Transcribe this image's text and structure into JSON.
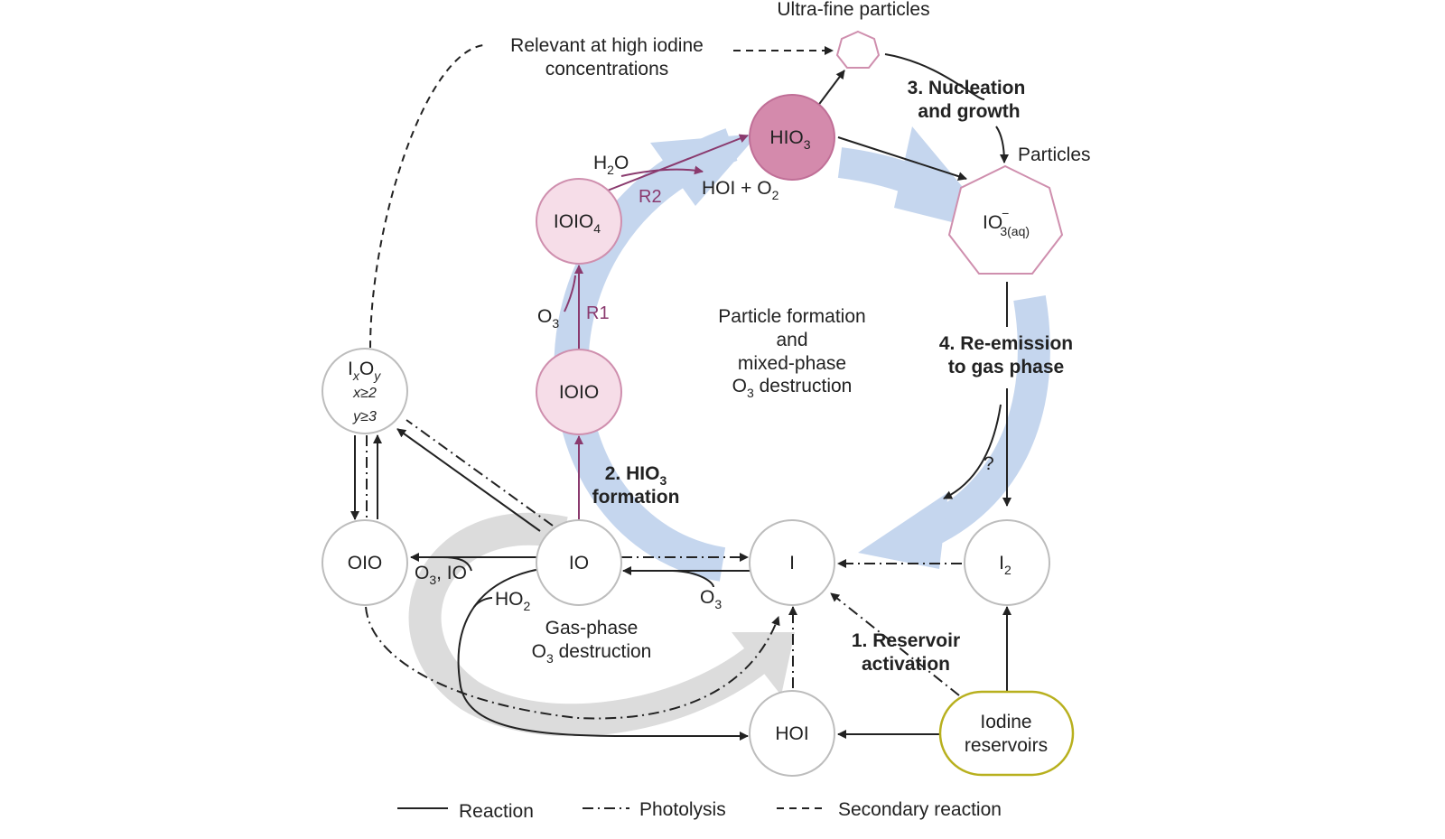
{
  "nodes": {
    "ixoy": {
      "main": "I",
      "sub_x": "x",
      "o": "O",
      "sub_y": "y",
      "line2": "x≥2",
      "line3": "y≥3"
    },
    "oio": "OIO",
    "io": "IO",
    "ioio": "IOIO",
    "ioio4": {
      "main": "IOIO",
      "sub": "4"
    },
    "hio3": {
      "main": "HIO",
      "sub": "3"
    },
    "i": "I",
    "i2": {
      "main": "I",
      "sub": "2"
    },
    "hoi": "HOI",
    "io3aq": {
      "main": "IO",
      "sup": "−",
      "sub": "3(aq)"
    },
    "reservoirs": {
      "line1": "Iodine",
      "line2": "reservoirs"
    }
  },
  "labels": {
    "relevant": {
      "line1": "Relevant at high iodine",
      "line2": "concentrations"
    },
    "ultrafine": "Ultra-fine particles",
    "particles": "Particles",
    "nucleation": {
      "line1": "3. Nucleation",
      "line2": "and growth"
    },
    "reemission": {
      "line1": "4. Re-emission",
      "line2": "to gas phase"
    },
    "hio3_formation": {
      "line1a": "2. HIO",
      "line1sub": "3",
      "line2": "formation"
    },
    "reservoir_activation": {
      "line1": "1. Reservoir",
      "line2": "activation"
    },
    "particle_formation": {
      "line1": "Particle formation",
      "line2": "and",
      "line3": "mixed-phase",
      "line4a": "O",
      "line4sub": "3",
      "line4b": " destruction"
    },
    "gas_phase": {
      "line1": "Gas-phase",
      "line2a": "O",
      "line2sub": "3",
      "line2b": " destruction"
    },
    "h2o": {
      "a": "H",
      "sub": "2",
      "b": "O"
    },
    "hoi_o2": {
      "a": "HOI + O",
      "sub": "2"
    },
    "r1": "R1",
    "r2": "R2",
    "o3_r1": {
      "a": "O",
      "sub": "3"
    },
    "o3_io": {
      "a": "O",
      "sub": "3",
      "b": ", IO"
    },
    "o3_i": {
      "a": "O",
      "sub": "3"
    },
    "ho2": {
      "a": "HO",
      "sub": "2"
    },
    "question": "?"
  },
  "legend": {
    "reaction": "Reaction",
    "photolysis": "Photolysis",
    "secondary": "Secondary reaction"
  },
  "colors": {
    "blue_arrow": "#c5d6ee",
    "grey_arrow": "#dcdcdc",
    "pink_light": "#f6dde8",
    "pink_dark": "#d48aac",
    "purple": "#8a3a6e",
    "reservoir_border": "#b8b01e"
  }
}
